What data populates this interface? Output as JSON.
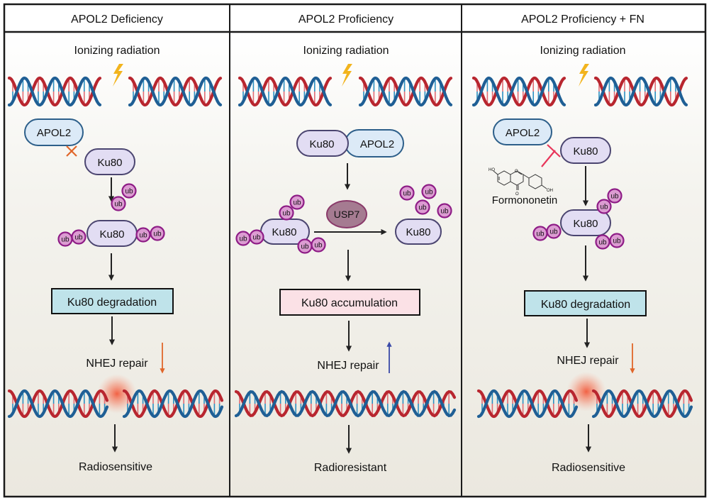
{
  "figure": {
    "panels": [
      {
        "id": "deficiency",
        "title": "APOL2 Deficiency",
        "stimulus": "Ionizing radiation",
        "apol2_label": "APOL2",
        "ku80_label": "Ku80",
        "interaction": "blocked",
        "interaction_marker": "red-cross",
        "ub_label": "ub",
        "ubiquitinated_ku80_label": "Ku80",
        "ub_count": 6,
        "outcome_box": "Ku80 degradation",
        "outcome_box_color": "#bfe3ea",
        "repair_label": "NHEJ repair",
        "repair_trend": "down",
        "repair_trend_color": "#e0662a",
        "dna_state": "broken",
        "result": "Radiosensitive"
      },
      {
        "id": "proficiency",
        "title": "APOL2 Proficiency",
        "stimulus": "Ionizing radiation",
        "complex_ku80_label": "Ku80",
        "complex_apol2_label": "APOL2",
        "ub_label": "ub",
        "ubiquitinated_ku80_label": "Ku80",
        "ub_count_attached": 6,
        "enzyme_label": "USP7",
        "deubiquitinated_ku80_label": "Ku80",
        "ub_count_free": 4,
        "outcome_box": "Ku80 accumulation",
        "outcome_box_color": "#fbe1e6",
        "repair_label": "NHEJ repair",
        "repair_trend": "up",
        "repair_trend_color": "#3a4aa8",
        "dna_state": "intact",
        "result": "Radioresistant"
      },
      {
        "id": "proficiency-fn",
        "title": "APOL2 Proficiency + FN",
        "stimulus": "Ionizing radiation",
        "apol2_label": "APOL2",
        "ku80_label": "Ku80",
        "inhibitor_label": "Formononetin",
        "inhibitor_marker": "red-t-bar",
        "structure_labels": [
          "HO",
          "O",
          "O",
          "OH"
        ],
        "ub_label": "ub",
        "ubiquitinated_ku80_label": "Ku80",
        "ub_count": 6,
        "outcome_box": "Ku80 degradation",
        "outcome_box_color": "#bfe3ea",
        "repair_label": "NHEJ repair",
        "repair_trend": "down",
        "repair_trend_color": "#e0662a",
        "dna_state": "broken",
        "result": "Radiosensitive"
      }
    ],
    "colors": {
      "dna_red": "#b8262f",
      "dna_blue": "#1f5f95",
      "ku80_fill": "#e2ddf3",
      "ku80_stroke": "#4b4570",
      "apol2_fill": "#dceaf7",
      "apol2_stroke": "#2d5f8a",
      "ub_fill": "#dc9cd2",
      "ub_stroke": "#8e1c86",
      "usp7_fill": "#a57b91",
      "usp7_stroke": "#8a3a6a",
      "lightning": "#f2b41e",
      "cross": "#e0662a",
      "inhibit": "#e8365a",
      "damage_glow": "#f46a4e"
    }
  }
}
